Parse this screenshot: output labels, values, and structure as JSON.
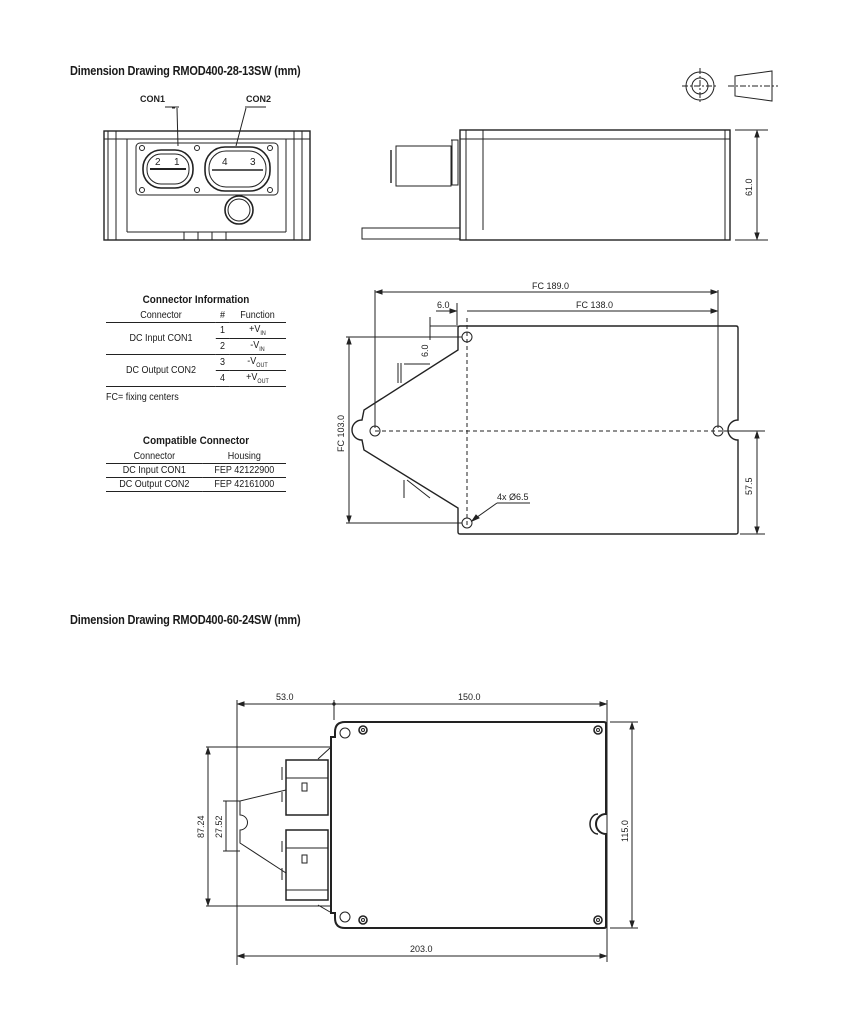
{
  "drawing1": {
    "title": "Dimension Drawing RMOD400-28-13SW (mm)",
    "front_view": {
      "con1_label": "CON1",
      "con2_label": "CON2",
      "con1_pins": [
        "2",
        "1"
      ],
      "con2_pins": [
        "4",
        "3"
      ]
    },
    "side_view": {
      "height_dim": "61.0"
    },
    "projection_symbol": "first-angle-projection-icon",
    "top_view": {
      "fc_width": "FC 189.0",
      "fc_inner": "FC 138.0",
      "offset_x": "6.0",
      "offset_y": "6.0",
      "fc_height": "FC 103.0",
      "half_height": "57.5",
      "holes": "4x Ø6.5"
    },
    "connector_info": {
      "title": "Connector Information",
      "headers": [
        "Connector",
        "#",
        "Function"
      ],
      "groups": [
        {
          "connector": "DC Input CON1",
          "rows": [
            {
              "num": "1",
              "fn": "+V",
              "sub": "IN"
            },
            {
              "num": "2",
              "fn": "-V",
              "sub": "IN"
            }
          ]
        },
        {
          "connector": "DC Output CON2",
          "rows": [
            {
              "num": "3",
              "fn": "-V",
              "sub": "OUT"
            },
            {
              "num": "4",
              "fn": "+V",
              "sub": "OUT"
            }
          ]
        }
      ],
      "note": "FC= fixing centers"
    },
    "compatible_connector": {
      "title": "Compatible Connector",
      "headers": [
        "Connector",
        "Housing"
      ],
      "rows": [
        [
          "DC Input CON1",
          "FEP 42122900"
        ],
        [
          "DC Output CON2",
          "FEP 42161000"
        ]
      ]
    }
  },
  "drawing2": {
    "title": "Dimension Drawing RMOD400-60-24SW (mm)",
    "dims": {
      "left_ext": "53.0",
      "body_len": "150.0",
      "total_len": "203.0",
      "height": "115.0",
      "flange_height": "87.24",
      "slot_height": "27.52"
    }
  }
}
